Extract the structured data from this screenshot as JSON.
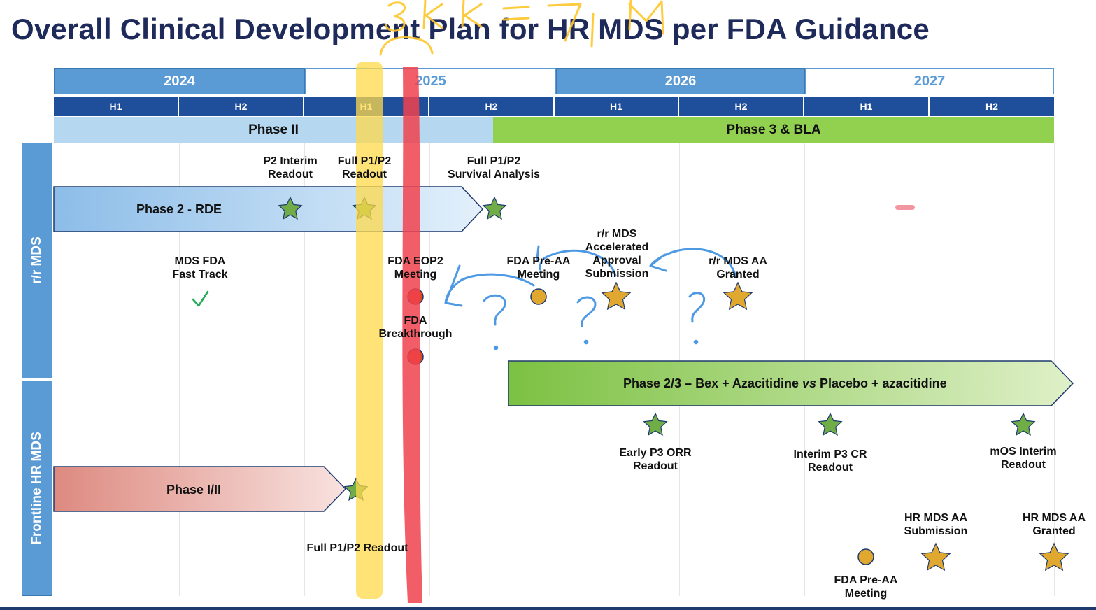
{
  "title": "Overall Clinical Development Plan for HR MDS per FDA Guidance",
  "years": [
    "2024",
    "2025",
    "2026",
    "2027"
  ],
  "halves": [
    "H1",
    "H2",
    "H1",
    "H2",
    "H1",
    "H2",
    "H1",
    "H2"
  ],
  "phases": {
    "phase2": "Phase II",
    "phase3": "Phase 3 & BLA"
  },
  "rows": {
    "rr": "r/r MDS",
    "frontline": "Frontline HR MDS"
  },
  "arrows": {
    "rde": "Phase 2 - RDE",
    "p23_pre": "Phase 2/3 – Bex + Azacitidine ",
    "p23_vs": "vs",
    "p23_post": " Placebo + azacitidine",
    "p12": "Phase I/II"
  },
  "labels": {
    "p2_interim_1": "P2 Interim",
    "p2_interim_2": "Readout",
    "full_readout_1": "Full P1/P2",
    "full_readout_2": "Readout",
    "survival_1": "Full P1/P2",
    "survival_2": "Survival Analysis",
    "fast_track_1": "MDS FDA",
    "fast_track_2": "Fast Track",
    "eop2_1": "FDA EOP2",
    "eop2_2": "Meeting",
    "pre_aa_1": "FDA Pre-AA",
    "pre_aa_2": "Meeting",
    "rr_submission_1": "r/r MDS",
    "rr_submission_2": "Accelerated",
    "rr_submission_3": "Approval",
    "rr_submission_4": "Submission",
    "rr_granted_1": "r/r MDS AA",
    "rr_granted_2": "Granted",
    "breakthrough_1": "FDA",
    "breakthrough_2": "Breakthrough",
    "early_orr_1": "Early P3 ORR",
    "early_orr_2": "Readout",
    "interim_cr_1": "Interim P3 CR",
    "interim_cr_2": "Readout",
    "mos_1": "mOS Interim",
    "mos_2": "Readout",
    "fl_full": "Full P1/P2 Readout",
    "hr_submission_1": "HR MDS AA",
    "hr_submission_2": "Submission",
    "hr_granted_1": "HR MDS AA",
    "hr_granted_2": "Granted",
    "hr_pre_aa_1": "FDA Pre-AA",
    "hr_pre_aa_2": "Meeting"
  },
  "handwriting": {
    "top_note": "3k×k=7M",
    "question_mark": "?"
  },
  "colors": {
    "navy": "#1e2a5a",
    "year_blue": "#5b9bd5",
    "half_blue": "#1f4e9a",
    "phase2_light": "#b6d7f0",
    "phase3_green": "#92d050",
    "star_green": "#70ad47",
    "star_gold": "#e0a82e",
    "circle_red": "#e0481f",
    "highlight_yellow": "#ffd94a",
    "highlight_red": "#f0424e",
    "pen_blue": "#3a8fe0",
    "check_green": "#22aa55"
  },
  "icons": {
    "milestone": "star-icon",
    "meeting": "circle-icon",
    "done": "checkmark-icon"
  }
}
